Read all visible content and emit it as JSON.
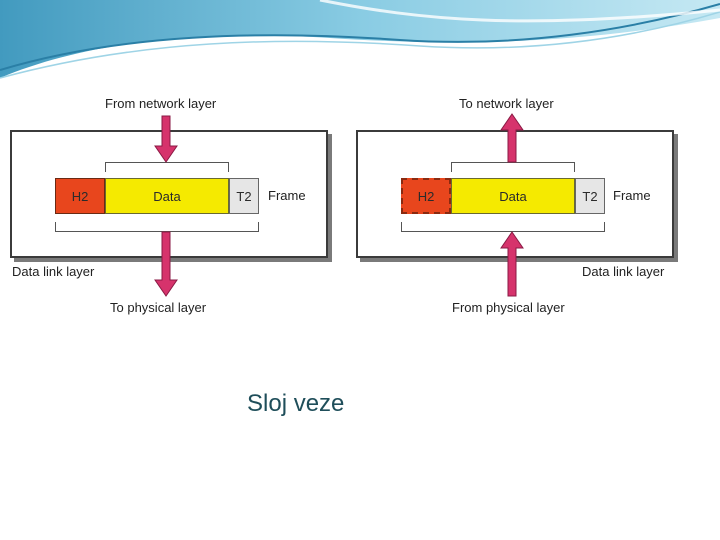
{
  "slide": {
    "caption": "Sloj veze"
  },
  "colors": {
    "header": "#e8461d",
    "data": "#f5ea00",
    "trailer": "#e6e6e6",
    "arrow": "#d6336c",
    "caption": "#1f4e5a",
    "wave": "#4aa7c9"
  },
  "left_panel": {
    "top_label": "From network layer",
    "bottom_label": "To physical layer",
    "side_label": "Data link layer",
    "frame_label": "Frame",
    "header": "H2",
    "data": "Data",
    "trailer": "T2"
  },
  "right_panel": {
    "top_label": "To network layer",
    "bottom_label": "From physical layer",
    "side_label": "Data link layer",
    "frame_label": "Frame",
    "header": "H2",
    "data": "Data",
    "trailer": "T2"
  }
}
